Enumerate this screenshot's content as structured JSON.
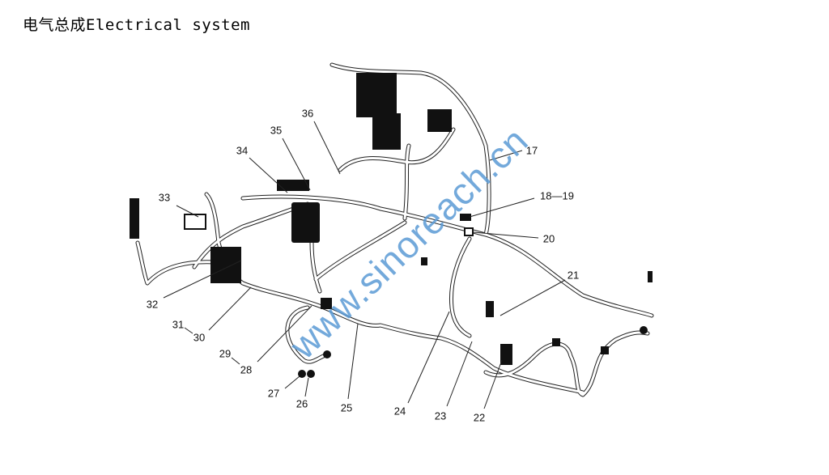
{
  "header": {
    "title_cn": "电气总成",
    "title_en": "Electrical system"
  },
  "watermark": "www.sinoreach.cn",
  "callouts": [
    "36",
    "35",
    "34",
    "33",
    "32",
    "31",
    "30",
    "29",
    "28",
    "27",
    "26",
    "25",
    "24",
    "23",
    "22",
    "21",
    "20",
    "18—19",
    "17"
  ]
}
